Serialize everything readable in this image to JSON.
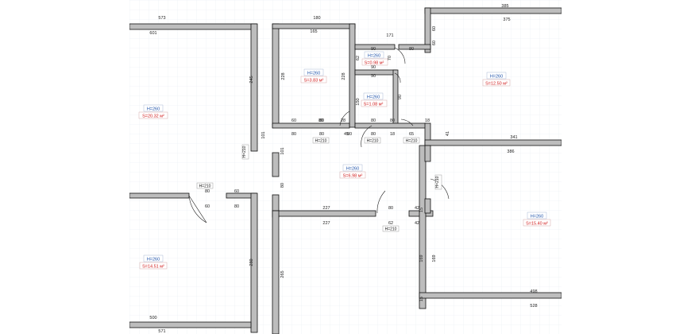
{
  "colors": {
    "wall_fill": "#bdbdbd",
    "wall_stroke": "#111111",
    "grid": "#e8edf2",
    "height_text": "#1a4fa8",
    "area_text": "#d01818",
    "dim_text": "#222222"
  },
  "rooms": [
    {
      "id": "living-left",
      "height": "H=260",
      "area": "S=20.32 м²"
    },
    {
      "id": "bathroom",
      "height": "H=260",
      "area": "S=3.83 м²"
    },
    {
      "id": "wc-top",
      "height": "H=260",
      "area": "S=0.98 м²"
    },
    {
      "id": "wc-bottom",
      "height": "H=260",
      "area": "S=1.08 м²"
    },
    {
      "id": "bedroom-top-right",
      "height": "H=260",
      "area": "S=12.50 м²"
    },
    {
      "id": "hall",
      "height": "H=260",
      "area": "S=6.98 м²"
    },
    {
      "id": "bedroom-bottom-left",
      "height": "H=260",
      "area": "S=14.51 м²"
    },
    {
      "id": "bedroom-bottom-right",
      "height": "H=260",
      "area": "S=15.40 м²"
    }
  ],
  "door_labels": [
    "H=210",
    "H=210",
    "H=210",
    "H=210",
    "H=210",
    "H=210",
    "H=210"
  ],
  "dimensions": [
    "573",
    "601",
    "180",
    "165",
    "385",
    "375",
    "171",
    "90",
    "90",
    "90",
    "80",
    "60",
    "245",
    "101",
    "80",
    "80",
    "80",
    "80",
    "228",
    "228",
    "150",
    "62",
    "70",
    "90",
    "60",
    "60",
    "80",
    "28",
    "80",
    "80",
    "45",
    "80",
    "18",
    "65",
    "18",
    "41",
    "341",
    "386",
    "80",
    "60",
    "60",
    "80",
    "80",
    "101",
    "280",
    "227",
    "227",
    "80",
    "42",
    "42",
    "62",
    "265",
    "169",
    "169",
    "15",
    "15",
    "498",
    "528",
    "500",
    "571"
  ]
}
